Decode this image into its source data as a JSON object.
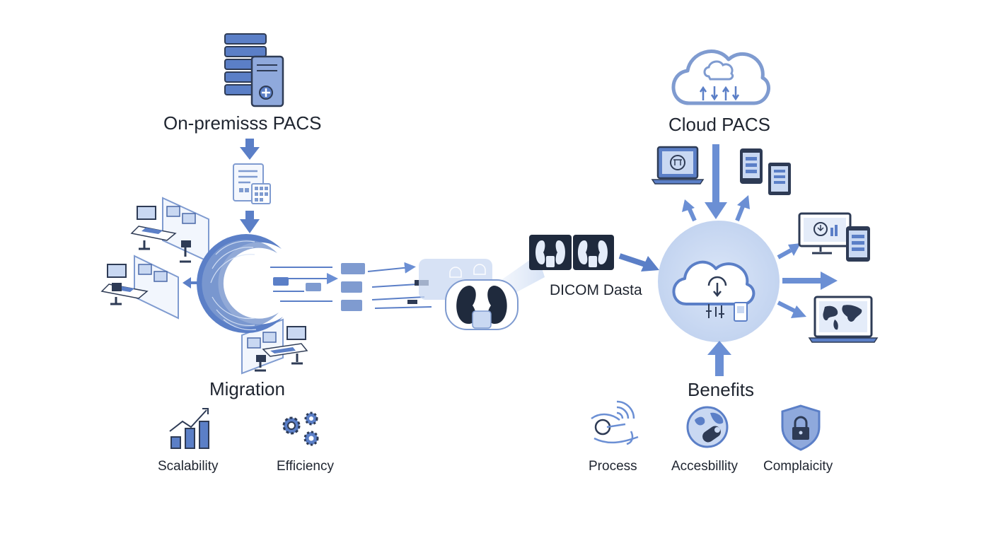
{
  "labels": {
    "on_premises": "On-premisss PACS",
    "cloud": "Cloud PACS",
    "migration": "Migration",
    "dicom": "DICOM Dasta",
    "benefits": "Benefits"
  },
  "left_benefits": [
    {
      "label": "Scalability",
      "icon": "bar-chart-growth-icon"
    },
    {
      "label": "Efficiency",
      "icon": "gears-icon"
    }
  ],
  "right_benefits": [
    {
      "label": "Process",
      "icon": "network-signal-icon"
    },
    {
      "label": "Accesbillity",
      "icon": "globe-key-icon"
    },
    {
      "label": "Complaicity",
      "icon": "shield-lock-icon"
    }
  ],
  "colors": {
    "primary": "#5b7fc7",
    "dark": "#2e3b55",
    "light": "#c9d8f2",
    "pale": "#e4ecf9",
    "text": "#1f2530"
  }
}
